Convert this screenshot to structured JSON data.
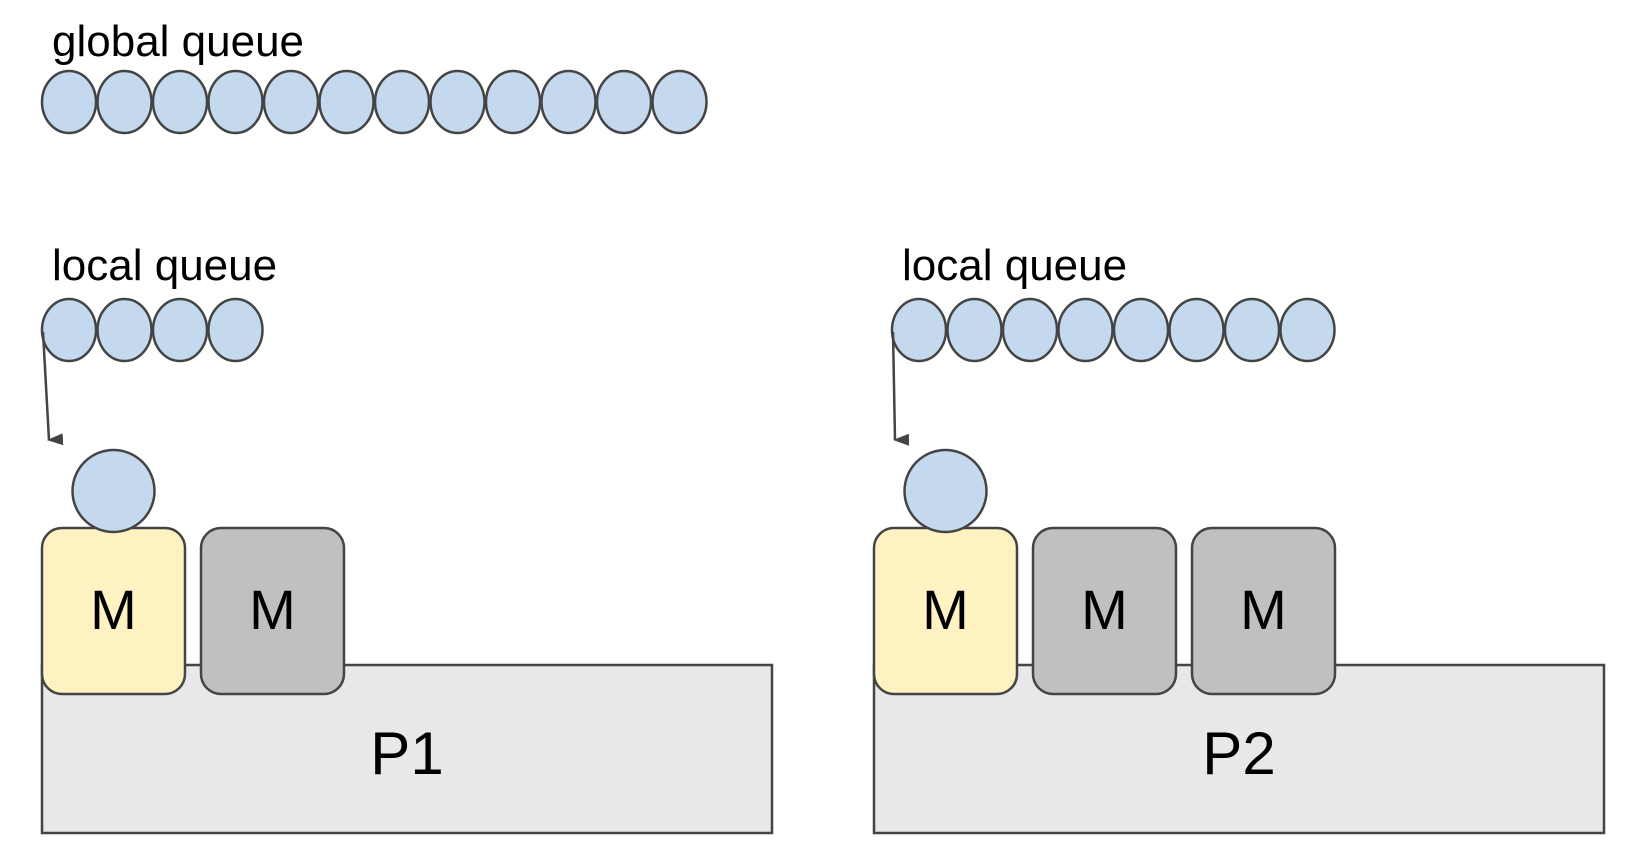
{
  "colors": {
    "goroutine_fill": "#c5d9ee",
    "outline": "#444444",
    "m_running_fill": "#fff2c2",
    "m_idle_fill": "#c0c0c0",
    "processor_fill": "#e8e8e8",
    "arrow": "#444444"
  },
  "global_queue": {
    "label": "global queue",
    "goroutine_count": 12
  },
  "processors": [
    {
      "name": "P1",
      "local_queue": {
        "label": "local queue",
        "goroutine_count": 4
      },
      "machines": [
        {
          "label": "M",
          "state": "running"
        },
        {
          "label": "M",
          "state": "idle"
        }
      ]
    },
    {
      "name": "P2",
      "local_queue": {
        "label": "local queue",
        "goroutine_count": 8
      },
      "machines": [
        {
          "label": "M",
          "state": "running"
        },
        {
          "label": "M",
          "state": "idle"
        },
        {
          "label": "M",
          "state": "idle"
        }
      ]
    }
  ]
}
